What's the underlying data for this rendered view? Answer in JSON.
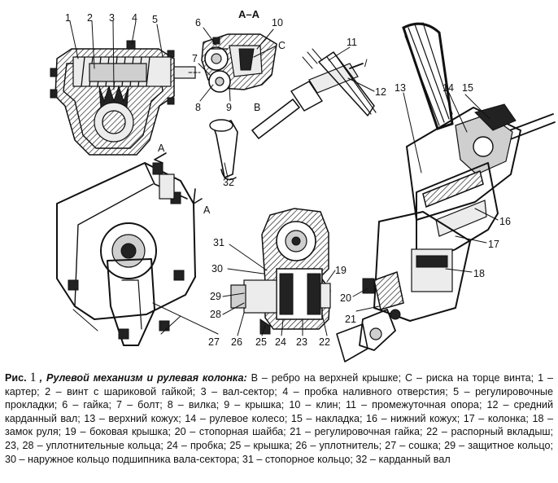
{
  "figure": {
    "section_label": "А–А",
    "section_marks": [
      "А",
      "А"
    ],
    "labels": [
      "1",
      "2",
      "3",
      "4",
      "5",
      "6",
      "7",
      "8",
      "9",
      "10",
      "11",
      "12",
      "13",
      "14",
      "15",
      "16",
      "17",
      "18",
      "19",
      "20",
      "21",
      "22",
      "23",
      "24",
      "25",
      "26",
      "27",
      "28",
      "29",
      "30",
      "31",
      "32"
    ],
    "letter_labels": [
      "C",
      "B"
    ]
  },
  "caption": {
    "fig_word": "Рис.",
    "fig_number": "1",
    "title": ", Рулевой механизм и  рулевая колонка:",
    "text": " В – ребро на  верхней крышке; С – риска на торце винта; 1 – картер; 2 – винт с шариковой гайкой; 3 – вал-сектор; 4 – пробка наливного отверстия; 5 – регулировочные прокладки; 6 – гайка; 7 – болт; 8 – вилка; 9 – крышка; 10 – клин; 11 – промежуточная опора; 12 – средний карданный вал; 13 – верхний кожух; 14 – рулевое колесо; 15 – накладка; 16 – нижний кожух; 17 – колонка; 18 – замок руля; 19 – боковая крышка; 20 – стопорная шайба; 21 – регулировочная гайка; 22 – распорный вкладыш; 23, 28 – уплотнительные кольца; 24 – пробка; 25 – крышка; 26 – уплотнитель; 27 – сошка; 29 – защитное кольцо; 30 – наружное кольцо подшипника вала-сектора; 31 – стопорное кольцо; 32 – карданный вал"
  }
}
